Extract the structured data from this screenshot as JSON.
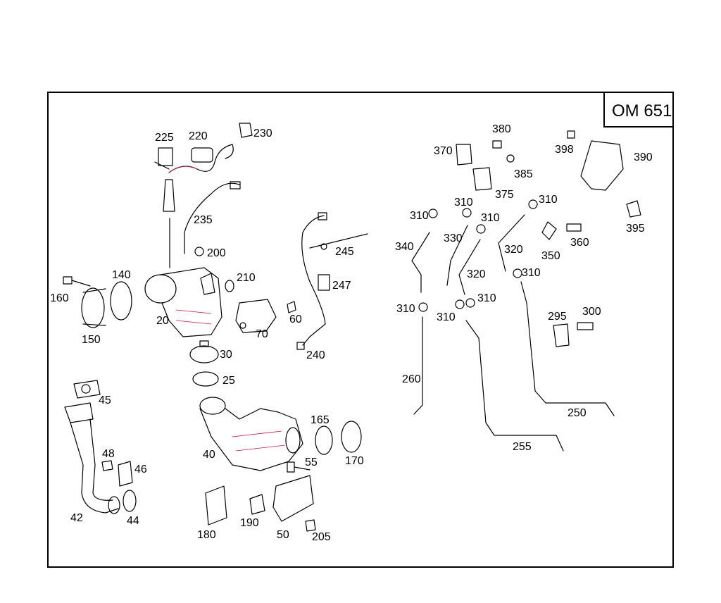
{
  "diagram": {
    "engine_code": "OM 651",
    "callouts": [
      "225",
      "220",
      "230",
      "235",
      "200",
      "210",
      "20",
      "160",
      "140",
      "150",
      "70",
      "60",
      "30",
      "25",
      "240",
      "245",
      "247",
      "45",
      "48",
      "46",
      "42",
      "44",
      "40",
      "165",
      "170",
      "55",
      "180",
      "190",
      "50",
      "205",
      "370",
      "380",
      "398",
      "390",
      "385",
      "375",
      "310",
      "330",
      "340",
      "320",
      "350",
      "360",
      "395",
      "295",
      "300",
      "260",
      "250",
      "255"
    ]
  }
}
